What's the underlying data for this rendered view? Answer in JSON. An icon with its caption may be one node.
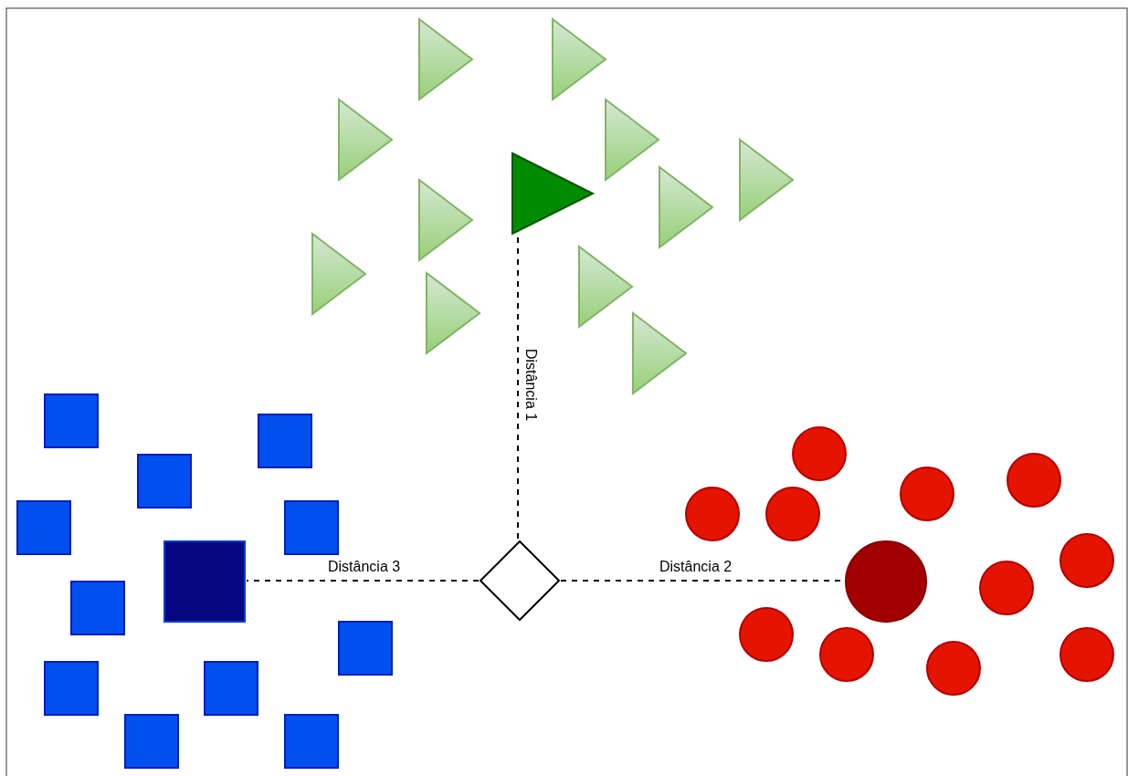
{
  "diagram": {
    "nodes": [
      {
        "text": [],
        "shape": "triangle"
      },
      {
        "text": [],
        "shape": "triangle"
      },
      {
        "text": [],
        "shape": "triangle"
      },
      {
        "text": [],
        "shape": "triangle"
      },
      {
        "text": [],
        "shape": "triangle"
      },
      {
        "text": [],
        "shape": "triangle"
      },
      {
        "text": [],
        "shape": "triangle"
      },
      {
        "text": [],
        "shape": "triangle"
      },
      {
        "text": [],
        "shape": "triangle"
      },
      {
        "text": [],
        "shape": "triangle"
      },
      {
        "text": [],
        "shape": "triangle"
      },
      {
        "text": [],
        "shape": "triangle"
      },
      {
        "text": [],
        "shape": "box"
      },
      {
        "text": [],
        "shape": "box"
      },
      {
        "text": [],
        "shape": "box"
      },
      {
        "text": [],
        "shape": "box"
      },
      {
        "text": [],
        "shape": "box"
      },
      {
        "text": [],
        "shape": "box"
      },
      {
        "text": [],
        "shape": "box"
      },
      {
        "text": [],
        "shape": "box"
      },
      {
        "text": [],
        "shape": "box"
      },
      {
        "text": [],
        "shape": "box"
      },
      {
        "text": [],
        "shape": "box"
      },
      {
        "text": [],
        "shape": "box"
      },
      {
        "text": [],
        "shape": "circle"
      },
      {
        "text": [],
        "shape": "circle"
      },
      {
        "text": [],
        "shape": "circle"
      },
      {
        "text": [],
        "shape": "circle"
      },
      {
        "text": [],
        "shape": "circle"
      },
      {
        "text": [],
        "shape": "circle"
      },
      {
        "text": [],
        "shape": "circle"
      },
      {
        "text": [],
        "shape": "circle"
      },
      {
        "text": [],
        "shape": "circle"
      },
      {
        "text": [],
        "shape": "circle"
      },
      {
        "text": [],
        "shape": "circle"
      },
      {
        "text": [],
        "shape": "circle"
      },
      {
        "text": [],
        "shape": "diamond"
      }
    ],
    "edges": [
      {
        "from": 36,
        "to": 6,
        "arrow": "none",
        "label": "Distância 1",
        "style": "dashed"
      },
      {
        "from": 36,
        "to": 31,
        "arrow": "none",
        "label": "Distância 2",
        "style": "dashed"
      },
      {
        "from": 36,
        "to": 17,
        "arrow": "none",
        "label": "Distância 3",
        "style": "dashed"
      }
    ]
  }
}
